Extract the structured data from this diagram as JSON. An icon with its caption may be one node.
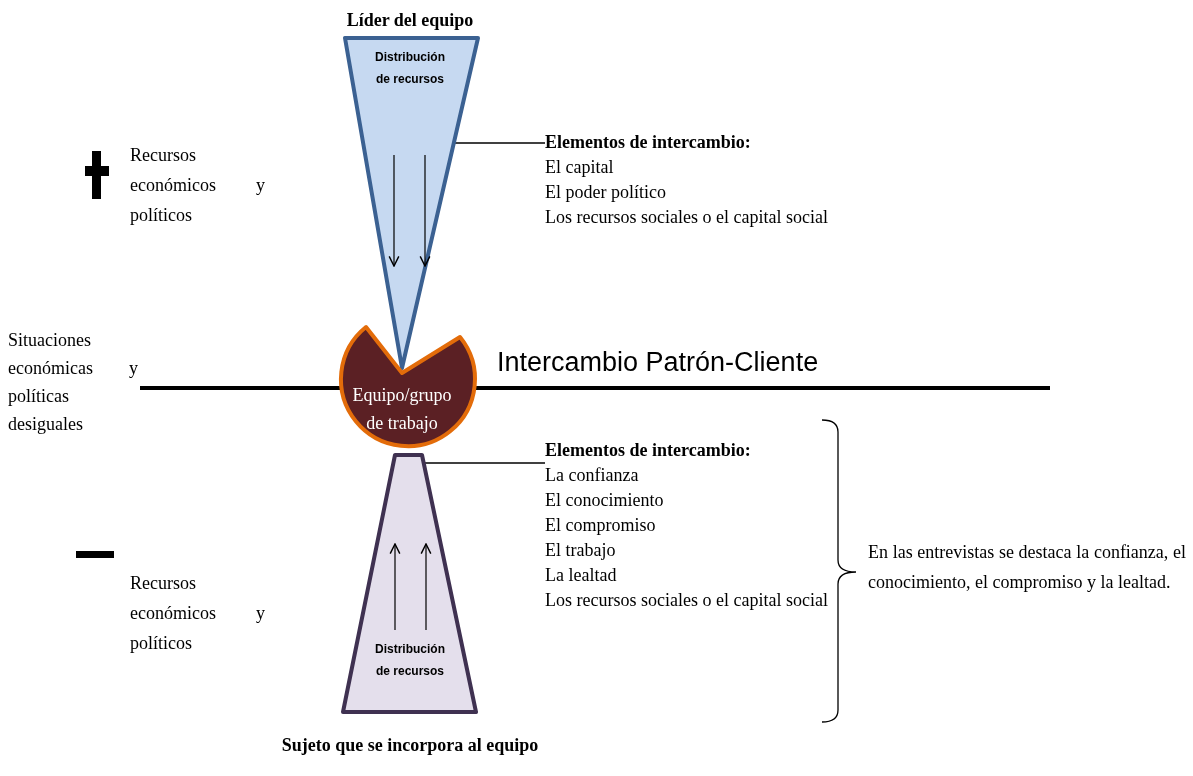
{
  "diagram": {
    "nodes": [
      {
        "text": [
          "Líder del equipo",
          "Distribución de recursos"
        ]
      },
      {
        "text": [
          "Equipo/grupo de trabajo"
        ]
      },
      {
        "text": [
          "Distribución de recursos",
          "Sujeto que se incorpora al equipo"
        ]
      },
      {
        "text": [
          "Elementos de intercambio:",
          "El capital",
          "El poder político",
          "Los recursos sociales o el capital social"
        ]
      },
      {
        "text": [
          "Elementos de intercambio:",
          "La confianza",
          "El conocimiento",
          "El compromiso",
          "El trabajo",
          "La lealtad",
          "Los recursos sociales o el capital social"
        ]
      }
    ],
    "edges": [
      {
        "from": 3,
        "to": 0,
        "arrow": "none"
      },
      {
        "from": 4,
        "to": 2,
        "arrow": "none"
      }
    ],
    "labels": [
      "Recursos económicos y políticos",
      "Situaciones económicas y políticas desiguales",
      "Intercambio Patrón-Cliente",
      "Recursos económicos y políticos",
      "En las entrevistas se destaca la confianza, el conocimiento, el compromiso y la lealtad."
    ]
  }
}
